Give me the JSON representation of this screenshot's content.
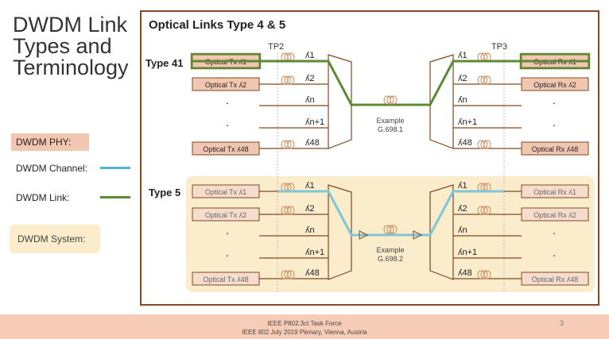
{
  "slide": {
    "title": "DWDM Link Types and Terminology",
    "page_number": "3",
    "footer": [
      "IEEE P802.3ct Task Force",
      "IEEE 802 July 2019 Plenary, Vienna, Austria"
    ]
  },
  "legend": {
    "phy": "DWDM PHY:",
    "channel": "DWDM Channel:",
    "link": "DWDM Link:",
    "system": "DWDM System:",
    "colors": {
      "channel": "#4fb6d6",
      "link": "#5b8a32",
      "phy": "#f2c7b2",
      "system": "#fbeccc"
    }
  },
  "diagram": {
    "heading": "Optical Links Type 4 & 5",
    "tp_labels": [
      "TP2",
      "TP3"
    ],
    "type4": {
      "label": "Type 41",
      "tx": [
        "Optical Tx ʎ1",
        "Optical Tx ʎ2",
        "Optical Tx ʎ48"
      ],
      "rx": [
        "Optical Rx ʎ1",
        "Optical Rx ʎ2",
        "Optical Rx ʎ48"
      ],
      "left_lambdas": [
        "ʎ1",
        "ʎ2",
        "ʎn",
        "ʎn+1",
        "ʎ48"
      ],
      "right_lambdas": [
        "ʎ1",
        "ʎ2",
        "ʎn",
        "ʎn+1",
        "ʎ48"
      ],
      "example": [
        "Example",
        "G.698.1"
      ],
      "dots": [
        ".",
        ".",
        ".",
        "."
      ]
    },
    "type5": {
      "label": "Type 5",
      "tx": [
        "Optical Tx ʎ1",
        "Optical Tx ʎ2",
        "Optical Tx ʎ48"
      ],
      "rx": [
        "Optical Rx ʎ1",
        "Optical Rx ʎ2",
        "Optical Rx ʎ48"
      ],
      "left_lambdas": [
        "ʎ1",
        "ʎ2",
        "ʎn",
        "ʎn+1",
        "ʎ48"
      ],
      "right_lambdas": [
        "ʎ1",
        "ʎ2",
        "ʎn",
        "ʎn+1",
        "ʎ48"
      ],
      "example": [
        "Example",
        "G.698.2"
      ],
      "dots": [
        ".",
        ".",
        ".",
        "."
      ]
    }
  }
}
